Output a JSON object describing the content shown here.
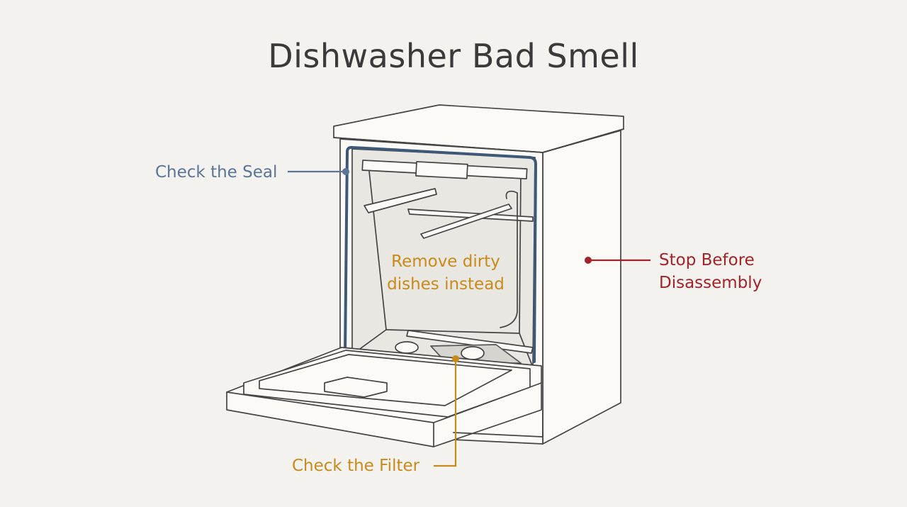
{
  "title": "Dishwasher Bad Smell",
  "callouts": {
    "seal": {
      "text": "Check the Seal",
      "color": "#5a7595"
    },
    "dishes": {
      "line1": "Remove dirty",
      "line2": "dishes instead",
      "color": "#c98a1c"
    },
    "filter": {
      "text": "Check the Filter",
      "color": "#c98a1c"
    },
    "stop": {
      "line1": "Stop Before",
      "line2": "Disassembly",
      "color": "#a3232a"
    }
  },
  "icons": {
    "appliance": "dishwasher-icon"
  }
}
